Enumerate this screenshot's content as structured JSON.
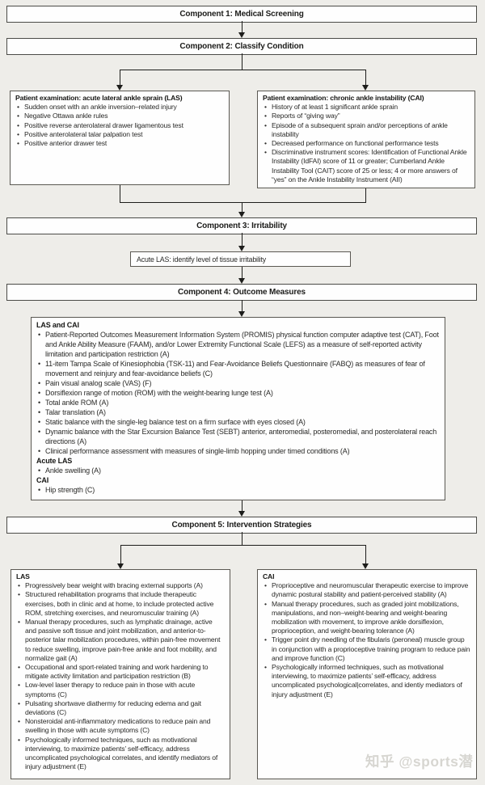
{
  "component_bars": [
    "Component 1: Medical Screening",
    "Component 2: Classify Condition",
    "Component 3: Irritability",
    "Component 4: Outcome Measures",
    "Component 5: Intervention Strategies"
  ],
  "irritability_note": "Acute LAS: identify level of tissue irritability",
  "exam_las": {
    "title": "Patient examination: acute lateral ankle sprain (LAS)",
    "bullets": [
      "Sudden onset with an ankle inversion–related injury",
      "Negative Ottawa ankle rules",
      "Positive reverse anterolateral drawer ligamentous test",
      "Positive anterolateral talar palpation test",
      "Positive anterior drawer test"
    ]
  },
  "exam_cai": {
    "title": "Patient examination: chronic ankle instability (CAI)",
    "bullets": [
      "History of at least 1 significant ankle sprain",
      "Reports of “giving way”",
      "Episode of a subsequent sprain and/or perceptions of ankle instability",
      "Decreased performance on functional performance tests",
      "Discriminative instrument scores: Identification of Functional Ankle Instability (IdFAI) score of 11 or greater; Cumberland Ankle Instability Tool (CAIT) score of 25 or less; 4 or more answers of “yes” on the Ankle Instability Instrument (AII)"
    ]
  },
  "outcomes": {
    "sections": [
      {
        "heading": "LAS and CAI",
        "bullets": [
          "Patient-Reported Outcomes Measurement Information System (PROMIS) physical function computer adaptive test (CAT), Foot and Ankle Ability Measure (FAAM), and/or Lower Extremity Functional Scale (LEFS) as a measure of self-reported activity limitation and participation restriction (A)",
          "11-item Tampa Scale of Kinesiophobia (TSK-11) and Fear-Avoidance Beliefs Questionnaire (FABQ) as measures of fear of movement and reinjury and fear-avoidance beliefs (C)",
          "Pain visual analog scale (VAS) (F)",
          "Dorsiflexion range of motion (ROM) with the weight-bearing lunge test (A)",
          "Total ankle ROM (A)",
          "Talar translation (A)",
          "Static balance with the single-leg balance test on a firm surface with eyes closed (A)",
          "Dynamic balance with the Star Excursion Balance Test (SEBT) anterior, anteromedial, posteromedial, and posterolateral reach directions (A)",
          "Clinical performance assessment with measures of single-limb hopping under timed conditions (A)"
        ]
      },
      {
        "heading": "Acute LAS",
        "bullets": [
          "Ankle swelling (A)"
        ]
      },
      {
        "heading": "CAI",
        "bullets": [
          "Hip strength (C)"
        ]
      }
    ]
  },
  "interventions_las": {
    "title": "LAS",
    "bullets": [
      "Progressively bear weight with bracing external supports (A)",
      "Structured rehabilitation programs that include therapeutic exercises, both in clinic and at home, to include protected active ROM, stretching exercises, and neuromuscular training (A)",
      "Manual therapy procedures, such as lymphatic drainage, active and passive soft tissue and joint mobilization, and anterior-to-posterior talar mobilization procedures, within pain-free movement to reduce swelling, improve pain-free ankle and foot mobility, and normalize gait (A)",
      "Occupational and sport-related training and work hardening to mitigate activity limitation and participation restriction (B)",
      "Low-level laser therapy to reduce pain in those with acute symptoms (C)",
      "Pulsating shortwave diathermy for reducing edema and gait deviations (C)",
      "Nonsteroidal anti-inflammatory medications to reduce pain and swelling in those with acute symptoms (C)",
      "Psychologically informed techniques, such as motivational interviewing, to maximize patients’ self-efficacy, address uncomplicated psychological correlates, and identify mediators of injury adjustment (E)"
    ]
  },
  "interventions_cai": {
    "title": "CAI",
    "bullets": [
      "Proprioceptive and neuromuscular therapeutic exercise to improve dynamic postural stability and patient-perceived stability (A)",
      "Manual therapy procedures, such as graded joint mobilizations, manipulations, and non–weight-bearing and weight-bearing mobilization with movement, to improve ankle dorsiflexion, proprioception, and weight-bearing tolerance (A)",
      "Trigger point dry needling of the fibularis (peroneal) muscle group in conjunction with a proprioceptive training program to reduce pain and improve function (C)",
      "Psychologically informed techniques, such as motivational interviewing, to maximize patients’ self-efficacy, address uncomplicated psychological|correlates, and identiy mediators of injury adjustment (E)"
    ]
  },
  "watermark": "知乎 @sports潜",
  "colors": {
    "background": "#eeede9",
    "box_border": "#5a5852",
    "line": "#1d1d1b",
    "watermark": "#d7d6d1"
  }
}
